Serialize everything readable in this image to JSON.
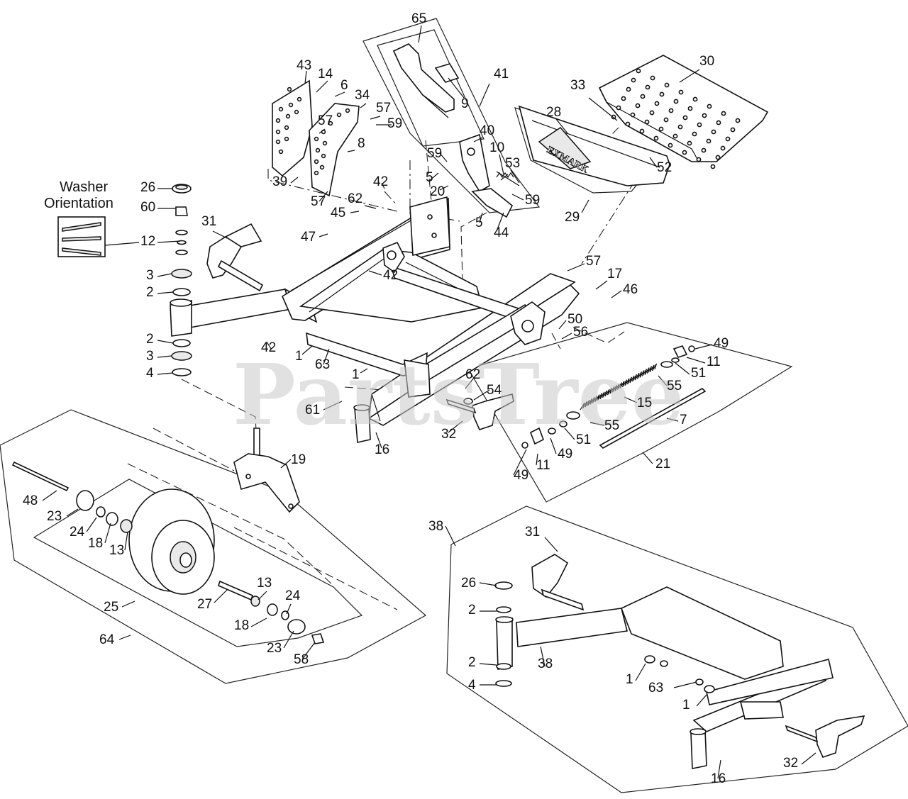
{
  "inset_title": [
    "Washer",
    "Orientation"
  ],
  "watermark": "PartsTree",
  "callouts": [
    {
      "id": "c-65",
      "text": "65"
    },
    {
      "id": "c-43",
      "text": "43"
    },
    {
      "id": "c-14",
      "text": "14"
    },
    {
      "id": "c-6",
      "text": "6"
    },
    {
      "id": "c-34",
      "text": "34"
    },
    {
      "id": "c-57a",
      "text": "57"
    },
    {
      "id": "c-59a",
      "text": "59"
    },
    {
      "id": "c-9",
      "text": "9"
    },
    {
      "id": "c-41",
      "text": "41"
    },
    {
      "id": "c-30",
      "text": "30"
    },
    {
      "id": "c-33",
      "text": "33"
    },
    {
      "id": "c-28",
      "text": "28"
    },
    {
      "id": "c-40",
      "text": "40"
    },
    {
      "id": "c-10",
      "text": "10"
    },
    {
      "id": "c-53",
      "text": "53"
    },
    {
      "id": "c-59b",
      "text": "59"
    },
    {
      "id": "c-5a",
      "text": "5"
    },
    {
      "id": "c-20",
      "text": "20"
    },
    {
      "id": "c-59c",
      "text": "59"
    },
    {
      "id": "c-52",
      "text": "52"
    },
    {
      "id": "c-57b",
      "text": "57"
    },
    {
      "id": "c-8",
      "text": "8"
    },
    {
      "id": "c-39",
      "text": "39"
    },
    {
      "id": "c-57c",
      "text": "57"
    },
    {
      "id": "c-42a",
      "text": "42"
    },
    {
      "id": "c-62a",
      "text": "62"
    },
    {
      "id": "c-45",
      "text": "45"
    },
    {
      "id": "c-5b",
      "text": "5"
    },
    {
      "id": "c-44",
      "text": "44"
    },
    {
      "id": "c-29",
      "text": "29"
    },
    {
      "id": "c-26a",
      "text": "26"
    },
    {
      "id": "c-60",
      "text": "60"
    },
    {
      "id": "c-31a",
      "text": "31"
    },
    {
      "id": "c-47",
      "text": "47"
    },
    {
      "id": "c-12",
      "text": "12"
    },
    {
      "id": "c-3a",
      "text": "3"
    },
    {
      "id": "c-2a",
      "text": "2"
    },
    {
      "id": "c-42b",
      "text": "42"
    },
    {
      "id": "c-57d",
      "text": "57"
    },
    {
      "id": "c-17",
      "text": "17"
    },
    {
      "id": "c-46",
      "text": "46"
    },
    {
      "id": "c-50",
      "text": "50"
    },
    {
      "id": "c-56",
      "text": "56"
    },
    {
      "id": "c-2b",
      "text": "2"
    },
    {
      "id": "c-42c",
      "text": "42"
    },
    {
      "id": "c-1a",
      "text": "1"
    },
    {
      "id": "c-3b",
      "text": "3"
    },
    {
      "id": "c-63a",
      "text": "63"
    },
    {
      "id": "c-4a",
      "text": "4"
    },
    {
      "id": "c-1b",
      "text": "1"
    },
    {
      "id": "c-49a",
      "text": "49"
    },
    {
      "id": "c-11a",
      "text": "11"
    },
    {
      "id": "c-51a",
      "text": "51"
    },
    {
      "id": "c-55a",
      "text": "55"
    },
    {
      "id": "c-62b",
      "text": "62"
    },
    {
      "id": "c-54",
      "text": "54"
    },
    {
      "id": "c-61",
      "text": "61"
    },
    {
      "id": "c-15",
      "text": "15"
    },
    {
      "id": "c-7",
      "text": "7"
    },
    {
      "id": "c-55b",
      "text": "55"
    },
    {
      "id": "c-32a",
      "text": "32"
    },
    {
      "id": "c-16a",
      "text": "16"
    },
    {
      "id": "c-51b",
      "text": "51"
    },
    {
      "id": "c-49b",
      "text": "49"
    },
    {
      "id": "c-11b",
      "text": "11"
    },
    {
      "id": "c-49c",
      "text": "49"
    },
    {
      "id": "c-21",
      "text": "21"
    },
    {
      "id": "c-19",
      "text": "19"
    },
    {
      "id": "c-48",
      "text": "48"
    },
    {
      "id": "c-23a",
      "text": "23"
    },
    {
      "id": "c-24a",
      "text": "24"
    },
    {
      "id": "c-18a",
      "text": "18"
    },
    {
      "id": "c-13a",
      "text": "13"
    },
    {
      "id": "c-27",
      "text": "27"
    },
    {
      "id": "c-25",
      "text": "25"
    },
    {
      "id": "c-13b",
      "text": "13"
    },
    {
      "id": "c-24b",
      "text": "24"
    },
    {
      "id": "c-18b",
      "text": "18"
    },
    {
      "id": "c-23b",
      "text": "23"
    },
    {
      "id": "c-58",
      "text": "58"
    },
    {
      "id": "c-64",
      "text": "64"
    },
    {
      "id": "c-38a",
      "text": "38"
    },
    {
      "id": "c-31b",
      "text": "31"
    },
    {
      "id": "c-26b",
      "text": "26"
    },
    {
      "id": "c-2c",
      "text": "2"
    },
    {
      "id": "c-38b",
      "text": "38"
    },
    {
      "id": "c-2d",
      "text": "2"
    },
    {
      "id": "c-1c",
      "text": "1"
    },
    {
      "id": "c-63b",
      "text": "63"
    },
    {
      "id": "c-4b",
      "text": "4"
    },
    {
      "id": "c-1d",
      "text": "1"
    },
    {
      "id": "c-32b",
      "text": "32"
    },
    {
      "id": "c-16b",
      "text": "16"
    }
  ]
}
